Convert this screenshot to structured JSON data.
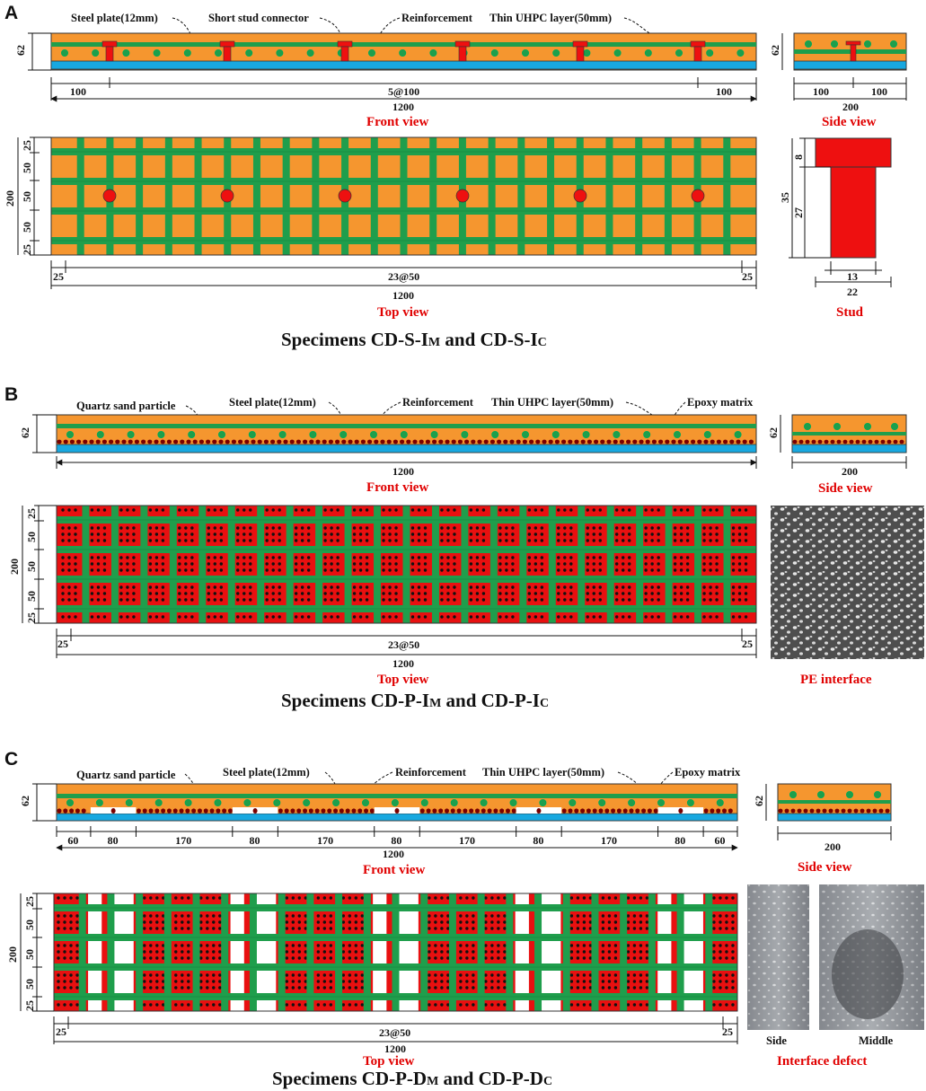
{
  "colors": {
    "uhpc": "#f5962f",
    "steel": "#18a8e0",
    "rebar": "#1f9e4c",
    "stud": "#ee1010",
    "epoxy": "#e81010"
  },
  "panelA": {
    "letter": "A",
    "callouts": {
      "steel_plate": "Steel plate(12mm)",
      "stud": "Short stud connector",
      "reinforcement": "Reinforcement",
      "uhpc": "Thin UHPC layer(50mm)"
    },
    "front": {
      "height": "62",
      "left": "100",
      "mid": "5@100",
      "right": "100",
      "total": "1200",
      "title": "Front view"
    },
    "side": {
      "height": "62",
      "left": "100",
      "right": "100",
      "total": "200",
      "title": "Side view"
    },
    "top": {
      "v1": "25",
      "v2": "50",
      "v3": "50",
      "v4": "50",
      "v5": "25",
      "height": "200",
      "h_left": "25",
      "h_mid": "23@50",
      "h_right": "25",
      "total": "1200",
      "title": "Top view"
    },
    "stud": {
      "head": "8",
      "shank": "27",
      "total": "35",
      "shank_w": "13",
      "head_w": "22",
      "title": "Stud"
    },
    "caption": {
      "pre": "Specimens CD-S-I",
      "sub1": "M",
      "mid": " and CD-S-I",
      "sub2": "C"
    }
  },
  "panelB": {
    "letter": "B",
    "callouts": {
      "quartz": "Quartz sand particle",
      "steel_plate": "Steel plate(12mm)",
      "reinforcement": "Reinforcement",
      "uhpc": "Thin UHPC layer(50mm)",
      "epoxy": "Epoxy matrix"
    },
    "front": {
      "height": "62",
      "total": "1200",
      "title": "Front view"
    },
    "side": {
      "height": "62",
      "total": "200",
      "title": "Side view"
    },
    "top": {
      "v1": "25",
      "v2": "50",
      "v3": "50",
      "v4": "50",
      "v5": "25",
      "height": "200",
      "h_left": "25",
      "h_mid": "23@50",
      "h_right": "25",
      "total": "1200",
      "title": "Top view"
    },
    "photo_title": "PE interface",
    "caption": {
      "pre": "Specimens CD-P-I",
      "sub1": "M",
      "mid": " and CD-P-I",
      "sub2": "C"
    }
  },
  "panelC": {
    "letter": "C",
    "callouts": {
      "quartz": "Quartz sand particle",
      "steel_plate": "Steel plate(12mm)",
      "reinforcement": "Reinforcement",
      "uhpc": "Thin UHPC layer(50mm)",
      "epoxy": "Epoxy matrix"
    },
    "front": {
      "height": "62",
      "segments": [
        "60",
        "80",
        "170",
        "80",
        "170",
        "80",
        "170",
        "80",
        "170",
        "80",
        "60"
      ],
      "total": "1200",
      "title": "Front view"
    },
    "side": {
      "height": "62",
      "total": "200",
      "title": "Side view"
    },
    "top": {
      "v1": "25",
      "v2": "50",
      "v3": "50",
      "v4": "50",
      "v5": "25",
      "height": "200",
      "h_left": "25",
      "h_mid": "23@50",
      "h_right": "25",
      "total": "1200",
      "title": "Top view"
    },
    "photo_labels": {
      "left": "Side",
      "right": "Middle"
    },
    "photo_title": "Interface defect",
    "caption": {
      "pre": "Specimens CD-P-D",
      "sub1": "M",
      "mid": " and CD-P-D",
      "sub2": "C"
    }
  }
}
